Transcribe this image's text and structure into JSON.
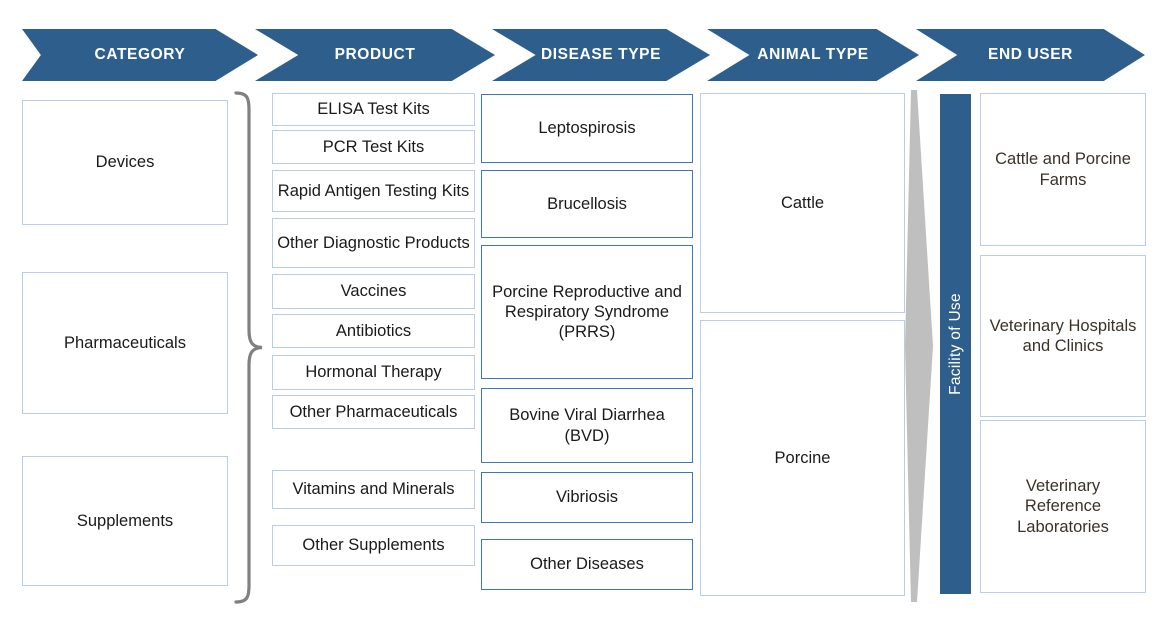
{
  "header": {
    "stages": [
      {
        "label": "CATEGORY"
      },
      {
        "label": "PRODUCT"
      },
      {
        "label": "DISEASE TYPE"
      },
      {
        "label": "ANIMAL TYPE"
      },
      {
        "label": "END USER"
      }
    ]
  },
  "colors": {
    "header_blue": "#2e5f8c",
    "box_border_light": "#b9cde4",
    "box_border_dark": "#3d7ab5",
    "brace_gray": "#808080",
    "arrow_gray": "#bfbfbf",
    "text_dark": "#1a1a1a",
    "end_user_text": "#3a3228",
    "background": "#ffffff"
  },
  "category": {
    "items": [
      {
        "label": "Devices"
      },
      {
        "label": "Pharmaceuticals"
      },
      {
        "label": "Supplements"
      }
    ]
  },
  "product": {
    "items": [
      {
        "label": "ELISA Test Kits"
      },
      {
        "label": "PCR Test Kits"
      },
      {
        "label": "Rapid Antigen Testing Kits"
      },
      {
        "label": "Other Diagnostic Products"
      },
      {
        "label": "Vaccines"
      },
      {
        "label": "Antibiotics"
      },
      {
        "label": "Hormonal Therapy"
      },
      {
        "label": "Other Pharmaceuticals"
      },
      {
        "label": "Vitamins and Minerals"
      },
      {
        "label": "Other Supplements"
      }
    ]
  },
  "disease_type": {
    "items": [
      {
        "label": "Leptospirosis"
      },
      {
        "label": "Brucellosis"
      },
      {
        "label": "Porcine Reproductive and Respiratory Syndrome (PRRS)"
      },
      {
        "label": "Bovine Viral Diarrhea (BVD)"
      },
      {
        "label": "Vibriosis"
      },
      {
        "label": "Other Diseases"
      }
    ]
  },
  "animal_type": {
    "items": [
      {
        "label": "Cattle"
      },
      {
        "label": "Porcine"
      }
    ]
  },
  "facility": {
    "label": "Facility of Use"
  },
  "end_user": {
    "items": [
      {
        "label": "Cattle and Porcine Farms"
      },
      {
        "label": "Veterinary Hospitals and Clinics"
      },
      {
        "label": "Veterinary Reference Laboratories"
      }
    ]
  }
}
